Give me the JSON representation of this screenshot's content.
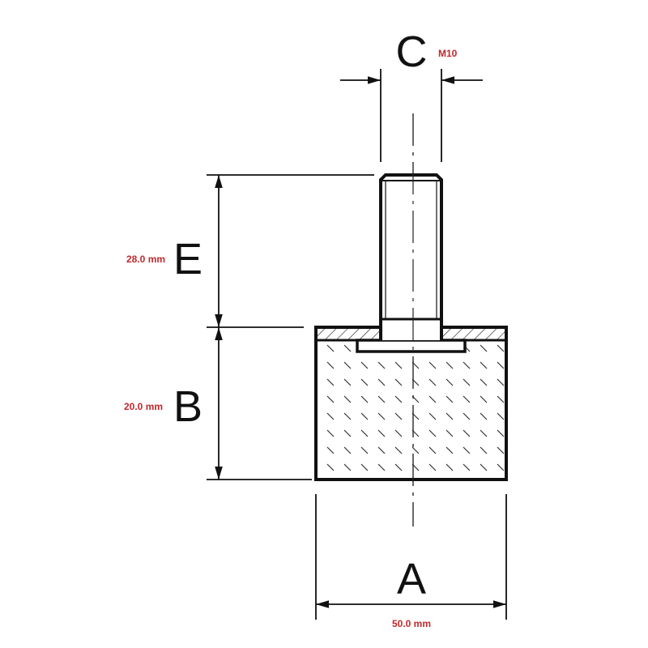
{
  "labels": {
    "a": "A",
    "b": "B",
    "c": "C",
    "e": "E"
  },
  "values": {
    "a": "50.0 mm",
    "b": "20.0 mm",
    "c": "M10",
    "e": "28.0 mm"
  },
  "colors": {
    "line": "#111111",
    "value_text": "#c0282d"
  }
}
